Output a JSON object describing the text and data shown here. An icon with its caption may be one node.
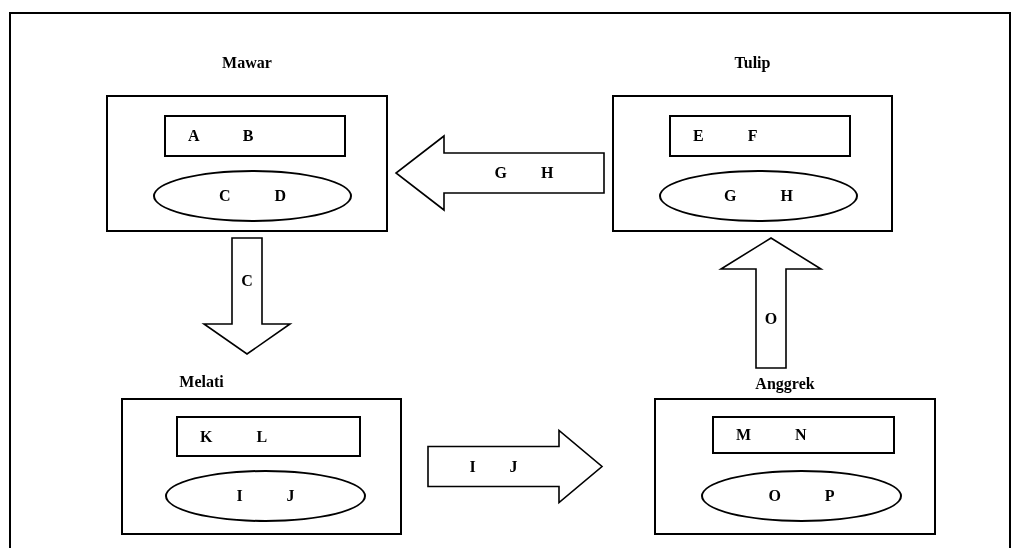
{
  "diagram": {
    "nodes": [
      {
        "text": [
          "Mawar"
        ]
      },
      {
        "text": [
          "A B"
        ],
        "in": 0
      },
      {
        "text": [
          "C D"
        ],
        "in": 0
      },
      {
        "text": [
          "Tulip"
        ]
      },
      {
        "text": [
          "E F"
        ],
        "in": 3
      },
      {
        "text": [
          "G H"
        ],
        "in": 3
      },
      {
        "text": [
          "Melati"
        ]
      },
      {
        "text": [
          "K L"
        ],
        "in": 6
      },
      {
        "text": [
          "I J"
        ],
        "in": 6
      },
      {
        "text": [
          "Anggrek"
        ]
      },
      {
        "text": [
          "M N"
        ],
        "in": 9
      },
      {
        "text": [
          "O P"
        ],
        "in": 9
      }
    ],
    "edges": [
      {
        "from": 3,
        "to": 0,
        "arrow": "to",
        "label": "G H"
      },
      {
        "from": 0,
        "to": 6,
        "arrow": "to",
        "label": "C"
      },
      {
        "from": 6,
        "to": 9,
        "arrow": "to",
        "label": "I J"
      },
      {
        "from": 9,
        "to": 3,
        "arrow": "to",
        "label": "O"
      }
    ]
  }
}
